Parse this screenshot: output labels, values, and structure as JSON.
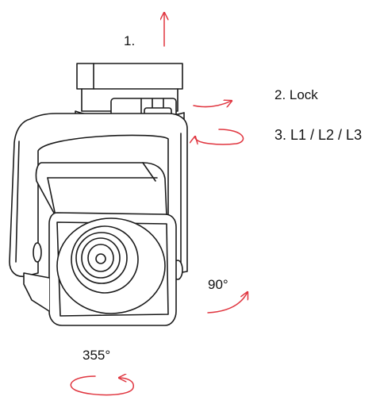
{
  "labels": {
    "step1": "1.",
    "step2": "2. Lock",
    "step3": "3. L1 / L2 / L3",
    "tilt": "90°",
    "rotate": "355°"
  },
  "colors": {
    "line": "#1a1a1a",
    "arrow": "#e0353f",
    "background": "#ffffff"
  },
  "icons": {
    "step1": "arrow-up-icon",
    "step2": "curved-arrow-icon",
    "step3": "rotate-arrow-icon",
    "tilt": "curved-arrow-icon",
    "rotate": "rotate-arrow-icon"
  }
}
